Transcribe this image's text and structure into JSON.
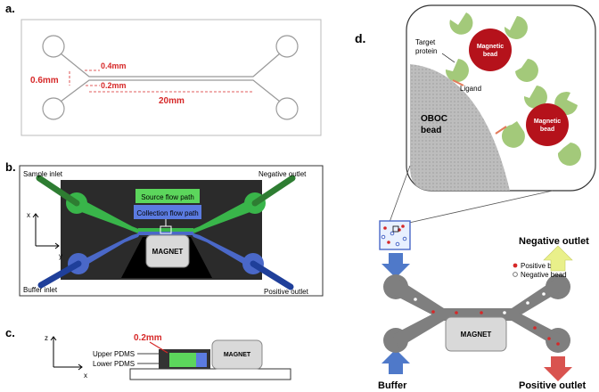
{
  "panels": {
    "a": {
      "letter": "a.",
      "dim_width": "0.6mm",
      "dim_top": "0.4mm",
      "dim_gap": "0.2mm",
      "dim_length": "20mm"
    },
    "b": {
      "letter": "b.",
      "sample_inlet": "Sample inlet",
      "negative_outlet": "Negative outlet",
      "buffer_inlet": "Buffer inlet",
      "positive_outlet": "Positive outlet",
      "source_flow": "Source flow path",
      "collection_flow": "Collection flow path",
      "magnet": "MAGNET",
      "axis_x": "x",
      "axis_y": "y"
    },
    "c": {
      "letter": "c.",
      "axis_z": "z",
      "axis_x": "x",
      "dim": "0.2mm",
      "upper": "Upper PDMS",
      "lower": "Lower PDMS",
      "magnet": "MAGNET"
    },
    "d": {
      "letter": "d.",
      "target_protein_1": "Target",
      "target_protein_2": "protein",
      "ligand": "Ligand",
      "magnetic_bead_1": "Magnetic",
      "magnetic_bead_2": "bead",
      "oboc_1": "OBOC",
      "oboc_2": "bead",
      "negative_outlet": "Negative outlet",
      "positive_outlet": "Positive outlet",
      "buffer": "Buffer",
      "legend_positive": "Positive bead",
      "legend_negative": "Negative bead",
      "magnet": "MAGNET"
    }
  },
  "colors": {
    "dim_red": "#d62828",
    "green": "#39b54a",
    "blue": "#4a68c8",
    "dark": "#2b2b2b",
    "bead_red": "#b5121b",
    "arrow_blue": "#4f79c9",
    "arrow_yellow": "#e9f08a",
    "arrow_red": "#d9534f"
  }
}
